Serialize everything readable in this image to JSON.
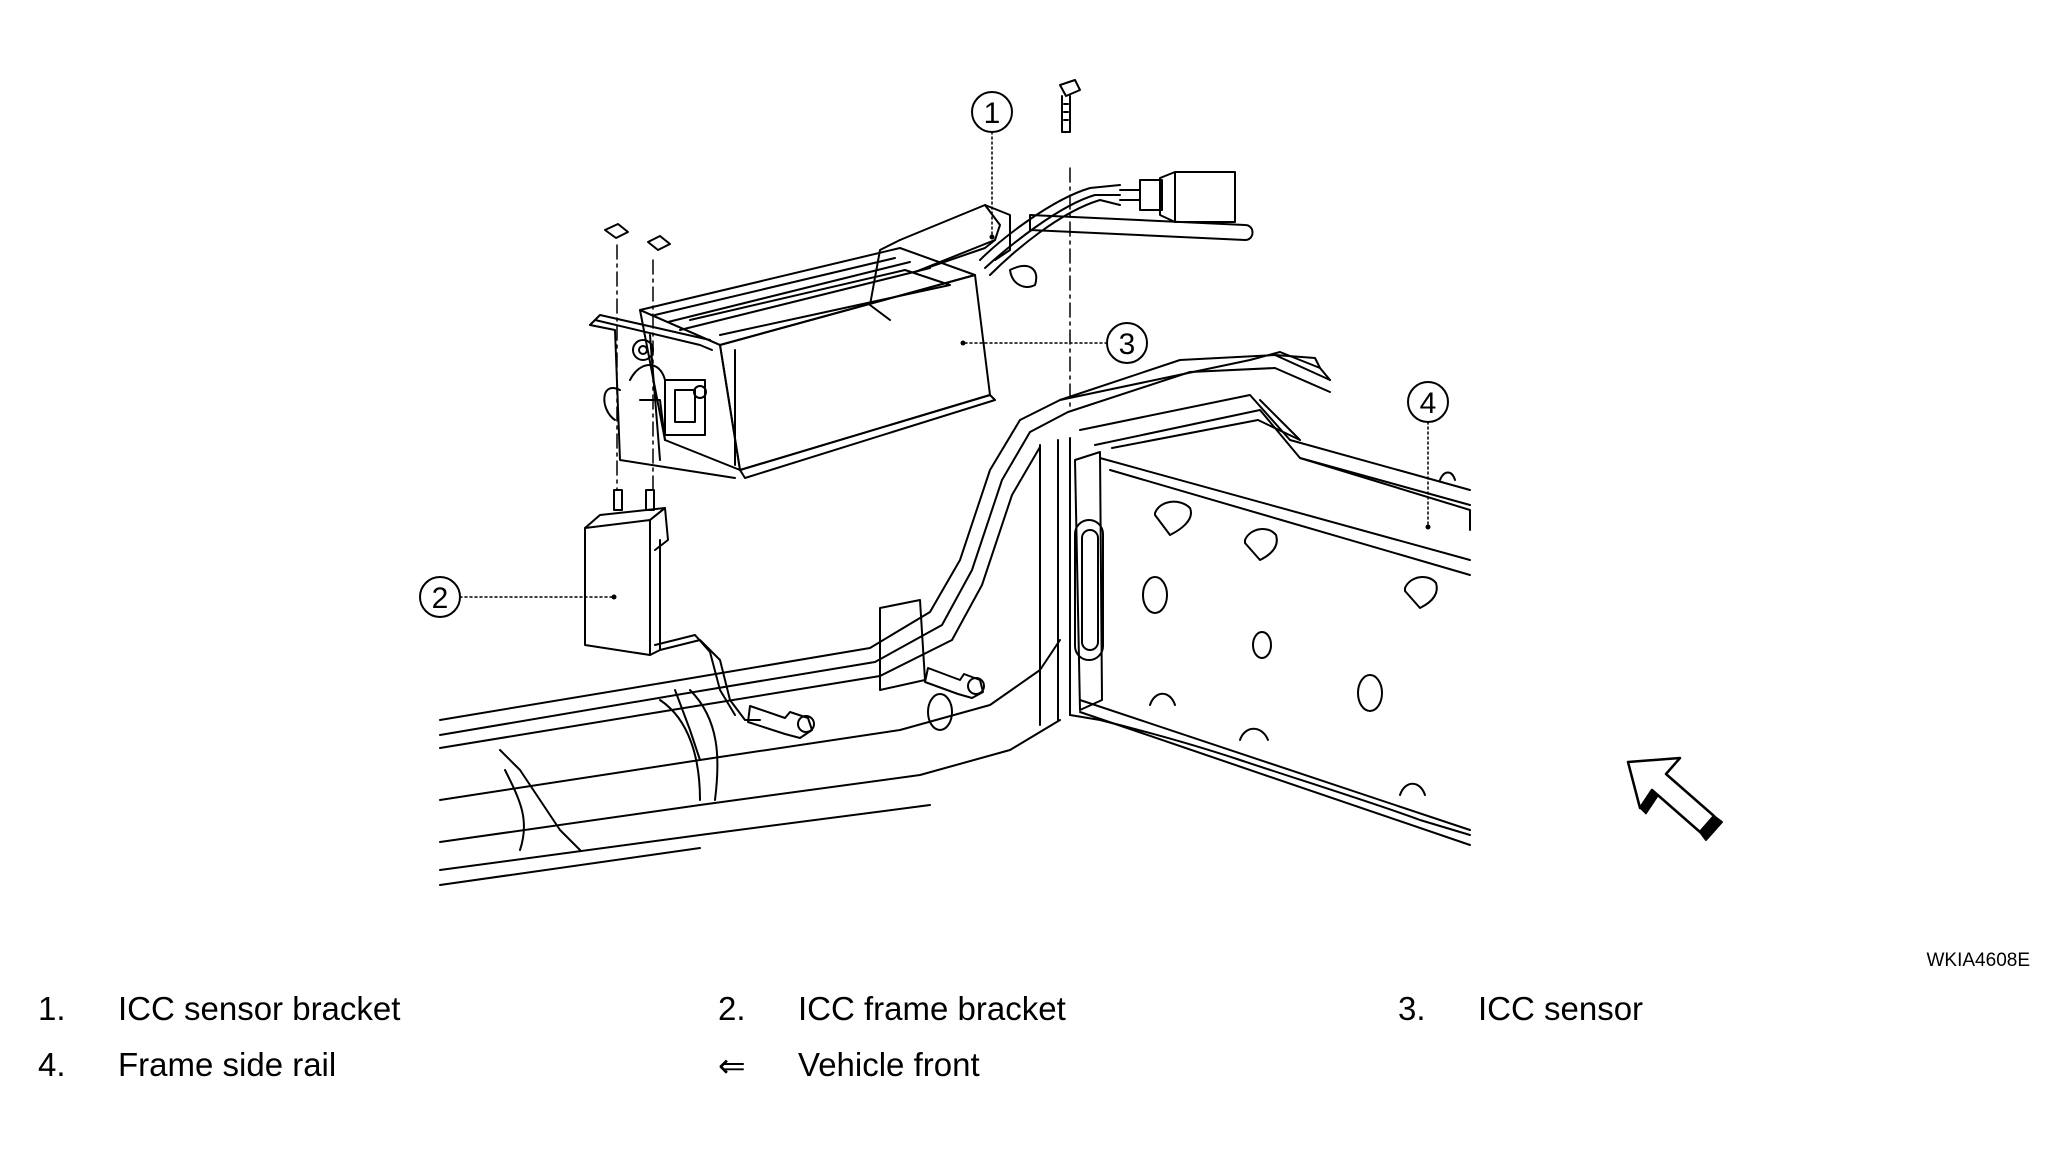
{
  "figure_code": "WKIA4608E",
  "callouts": [
    "1",
    "2",
    "3",
    "4"
  ],
  "legend": [
    {
      "num": "1.",
      "text": "ICC sensor bracket"
    },
    {
      "num": "2.",
      "text": "ICC frame bracket"
    },
    {
      "num": "3.",
      "text": "ICC sensor"
    },
    {
      "num": "4.",
      "text": "Frame side rail"
    },
    {
      "num": "⇐",
      "text": "Vehicle front"
    }
  ],
  "icons": {
    "front_arrow": "arrow-up-left-icon"
  }
}
